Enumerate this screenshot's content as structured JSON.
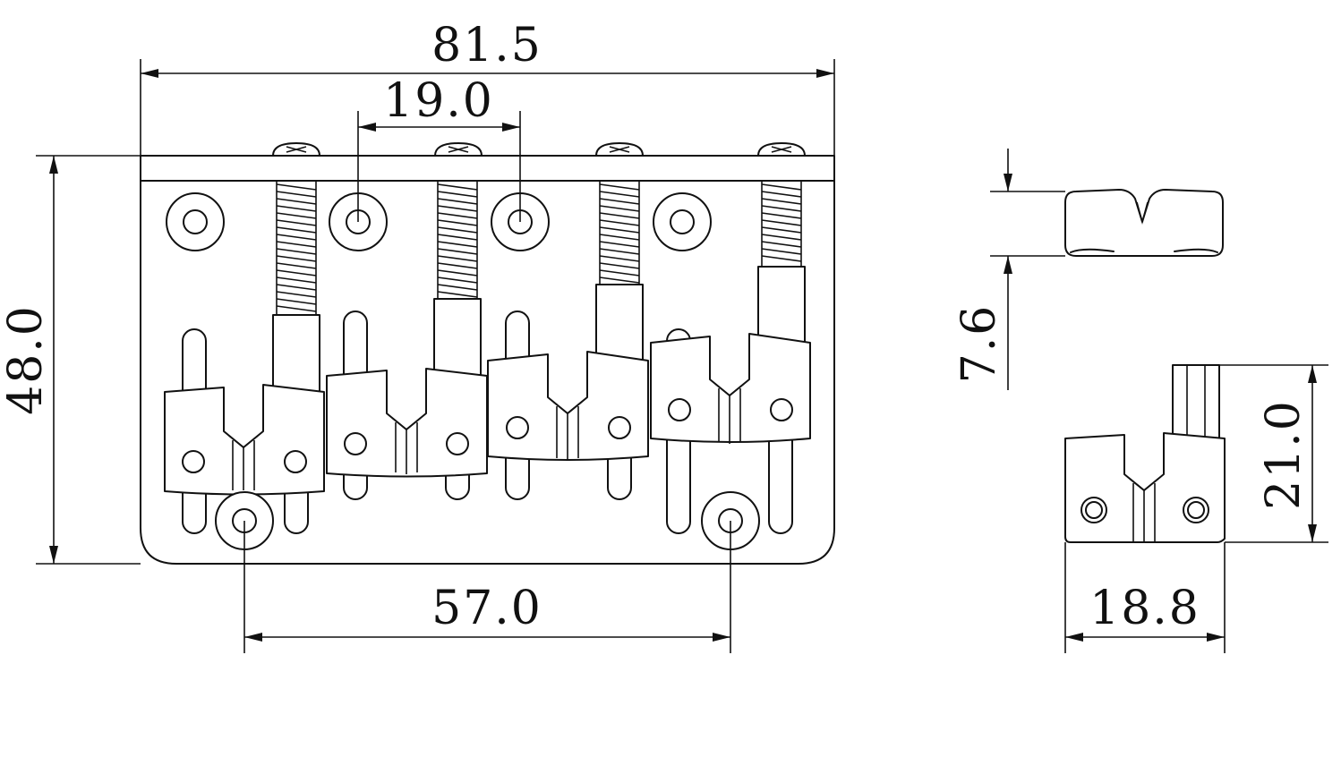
{
  "drawing": {
    "title": "",
    "stroke_color": "#111111",
    "background_color": "#ffffff"
  },
  "dimensions": {
    "overall_width": "81.5",
    "string_spacing": "19.0",
    "overall_height": "48.0",
    "mounting_hole_spacing": "57.0",
    "saddle_height": "7.6",
    "saddle_length": "21.0",
    "saddle_width": "18.8"
  }
}
